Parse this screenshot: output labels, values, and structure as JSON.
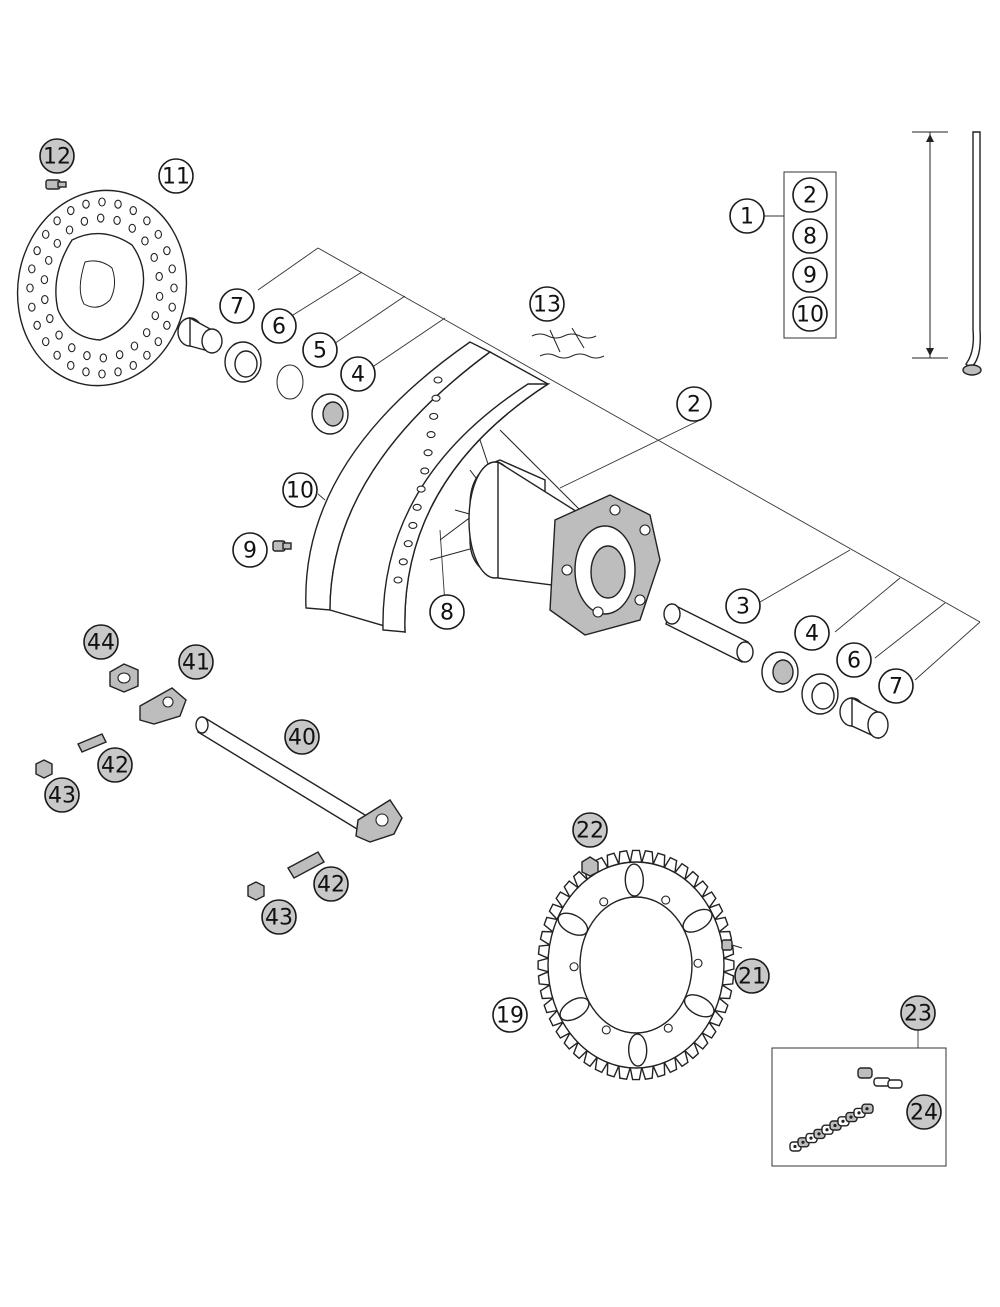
{
  "callouts": [
    {
      "id": "c12",
      "label": "12",
      "shade": "gray"
    },
    {
      "id": "c11",
      "label": "11",
      "shade": "white"
    },
    {
      "id": "c7a",
      "label": "7",
      "shade": "white"
    },
    {
      "id": "c6a",
      "label": "6",
      "shade": "white"
    },
    {
      "id": "c5",
      "label": "5",
      "shade": "white"
    },
    {
      "id": "c4a",
      "label": "4",
      "shade": "white"
    },
    {
      "id": "c13",
      "label": "13",
      "shade": "white"
    },
    {
      "id": "c1",
      "label": "1",
      "shade": "white"
    },
    {
      "id": "c2b",
      "label": "2",
      "shade": "white"
    },
    {
      "id": "c8b",
      "label": "8",
      "shade": "white"
    },
    {
      "id": "c9b",
      "label": "9",
      "shade": "white"
    },
    {
      "id": "c10b",
      "label": "10",
      "shade": "white"
    },
    {
      "id": "c2",
      "label": "2",
      "shade": "white"
    },
    {
      "id": "c10",
      "label": "10",
      "shade": "white"
    },
    {
      "id": "c9",
      "label": "9",
      "shade": "white"
    },
    {
      "id": "c8",
      "label": "8",
      "shade": "white"
    },
    {
      "id": "c3",
      "label": "3",
      "shade": "white"
    },
    {
      "id": "c4b",
      "label": "4",
      "shade": "white"
    },
    {
      "id": "c6b",
      "label": "6",
      "shade": "white"
    },
    {
      "id": "c7b",
      "label": "7",
      "shade": "white"
    },
    {
      "id": "c44",
      "label": "44",
      "shade": "gray"
    },
    {
      "id": "c41",
      "label": "41",
      "shade": "gray"
    },
    {
      "id": "c40",
      "label": "40",
      "shade": "gray"
    },
    {
      "id": "c42a",
      "label": "42",
      "shade": "gray"
    },
    {
      "id": "c43a",
      "label": "43",
      "shade": "gray"
    },
    {
      "id": "c42b",
      "label": "42",
      "shade": "gray"
    },
    {
      "id": "c43b",
      "label": "43",
      "shade": "gray"
    },
    {
      "id": "c22",
      "label": "22",
      "shade": "gray"
    },
    {
      "id": "c21",
      "label": "21",
      "shade": "gray"
    },
    {
      "id": "c19",
      "label": "19",
      "shade": "white"
    },
    {
      "id": "c23",
      "label": "23",
      "shade": "gray"
    },
    {
      "id": "c24",
      "label": "24",
      "shade": "gray"
    }
  ]
}
